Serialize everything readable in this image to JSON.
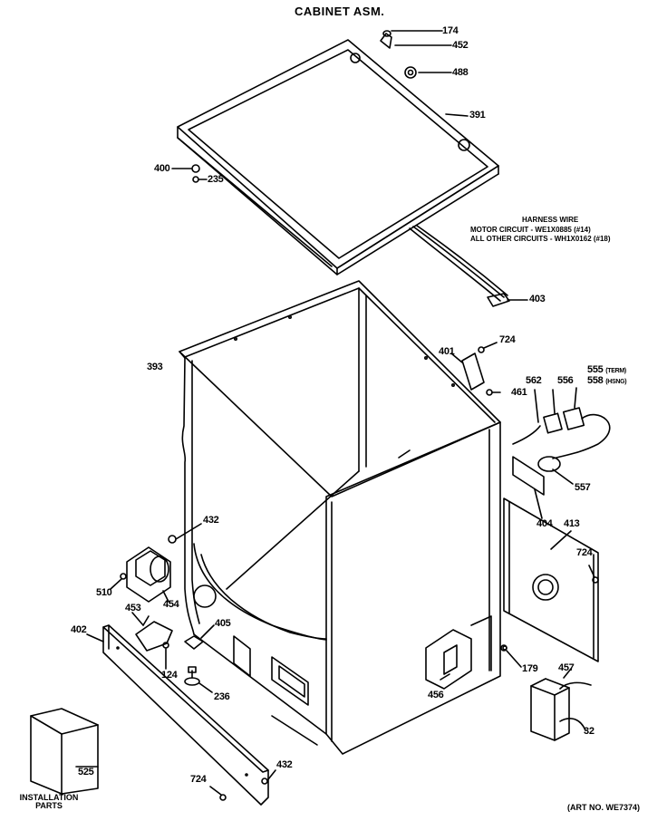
{
  "title": "CABINET ASM.",
  "harness_note": {
    "heading": "HARNESS WIRE",
    "line1": "MOTOR CIRCUIT - WE1X0885 (#14)",
    "line2": "ALL OTHER CIRCUITS - WH1X0162 (#18)"
  },
  "parts": {
    "p174": "174",
    "p452": "452",
    "p488": "488",
    "p391": "391",
    "p400": "400",
    "p235": "235",
    "p403": "403",
    "p724a": "724",
    "p401": "401",
    "p461": "461",
    "p393": "393",
    "p562": "562",
    "p556": "556",
    "p555": "555",
    "p555_note": "(TERM)",
    "p558": "558",
    "p558_note": "(HSNG)",
    "p557": "557",
    "p404": "404",
    "p413": "413",
    "p724b": "724",
    "p432a": "432",
    "p510": "510",
    "p454": "454",
    "p453": "453",
    "p405": "405",
    "p402": "402",
    "p124": "124",
    "p236": "236",
    "p179": "179",
    "p457": "457",
    "p456": "456",
    "p32": "32",
    "p525": "525",
    "p724c": "724",
    "p432b": "432"
  },
  "installation": {
    "line1": "INSTALLATION",
    "line2": "PARTS"
  },
  "art_no": "(ART NO. WE7374)"
}
